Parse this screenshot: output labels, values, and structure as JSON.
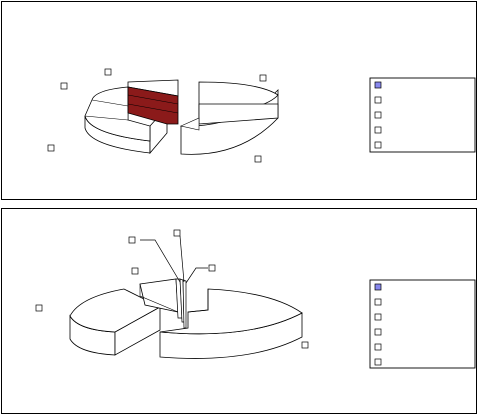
{
  "chart_data": [
    {
      "type": "pie",
      "title": "",
      "slices": [
        {
          "label": "",
          "value": 6,
          "color": "#8b1a1a"
        },
        {
          "label": "",
          "value": 17,
          "color": "#ffffff"
        },
        {
          "label": "",
          "value": 7,
          "color": "#ffffff"
        },
        {
          "label": "",
          "value": 34,
          "color": "#ffffff"
        },
        {
          "label": "",
          "value": 36,
          "color": "#ffffff"
        }
      ],
      "legend": {
        "placement": "right",
        "entries": [
          {
            "label": "",
            "color": "#8888ee"
          },
          {
            "label": "",
            "color": "#ffffff"
          },
          {
            "label": "",
            "color": "#ffffff"
          },
          {
            "label": "",
            "color": "#ffffff"
          },
          {
            "label": "",
            "color": "#ffffff"
          }
        ]
      }
    },
    {
      "type": "pie",
      "title": "",
      "slices": [
        {
          "label": "",
          "value": 45,
          "color": "#ffffff"
        },
        {
          "label": "",
          "value": 6,
          "color": "#ffffff"
        },
        {
          "label": "",
          "value": 1,
          "color": "#ffffff"
        },
        {
          "label": "",
          "value": 1,
          "color": "#ffffff"
        },
        {
          "label": "",
          "value": 1,
          "color": "#ffffff"
        },
        {
          "label": "",
          "value": 46,
          "color": "#ffffff"
        }
      ],
      "legend": {
        "placement": "right",
        "entries": [
          {
            "label": "",
            "color": "#8888ee"
          },
          {
            "label": "",
            "color": "#ffffff"
          },
          {
            "label": "",
            "color": "#ffffff"
          },
          {
            "label": "",
            "color": "#ffffff"
          },
          {
            "label": "",
            "color": "#ffffff"
          },
          {
            "label": "",
            "color": "#ffffff"
          }
        ]
      }
    }
  ]
}
